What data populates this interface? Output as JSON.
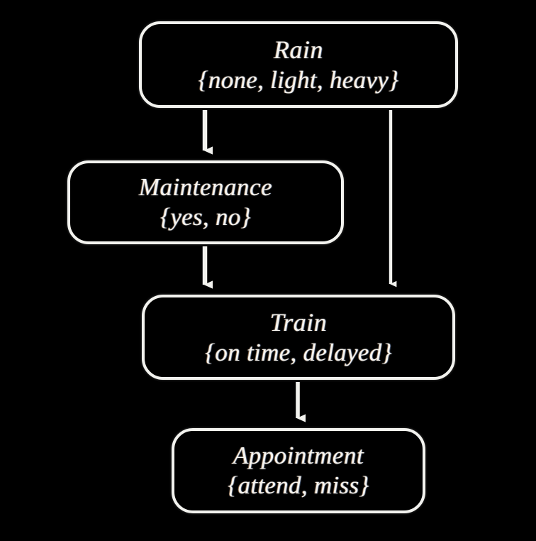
{
  "diagram": {
    "type": "bayesian-network",
    "background_color": "#000000",
    "stroke_color": "#f2f2ee",
    "text_color": "#f6f4ef",
    "nodes": [
      {
        "id": "rain",
        "title": "Rain",
        "states": "{none, light, heavy}",
        "state_list": [
          "none",
          "light",
          "heavy"
        ]
      },
      {
        "id": "maintenance",
        "title": "Maintenance",
        "states": "{yes, no}",
        "state_list": [
          "yes",
          "no"
        ]
      },
      {
        "id": "train",
        "title": "Train",
        "states": "{on time, delayed}",
        "state_list": [
          "on time",
          "delayed"
        ]
      },
      {
        "id": "appointment",
        "title": "Appointment",
        "states": "{attend, miss}",
        "state_list": [
          "attend",
          "miss"
        ]
      }
    ],
    "edges": [
      {
        "id": "rain-to-maintenance",
        "from": "rain",
        "to": "maintenance"
      },
      {
        "id": "rain-to-train",
        "from": "rain",
        "to": "train"
      },
      {
        "id": "maintenance-to-train",
        "from": "maintenance",
        "to": "train"
      },
      {
        "id": "train-to-appointment",
        "from": "train",
        "to": "appointment"
      }
    ]
  }
}
